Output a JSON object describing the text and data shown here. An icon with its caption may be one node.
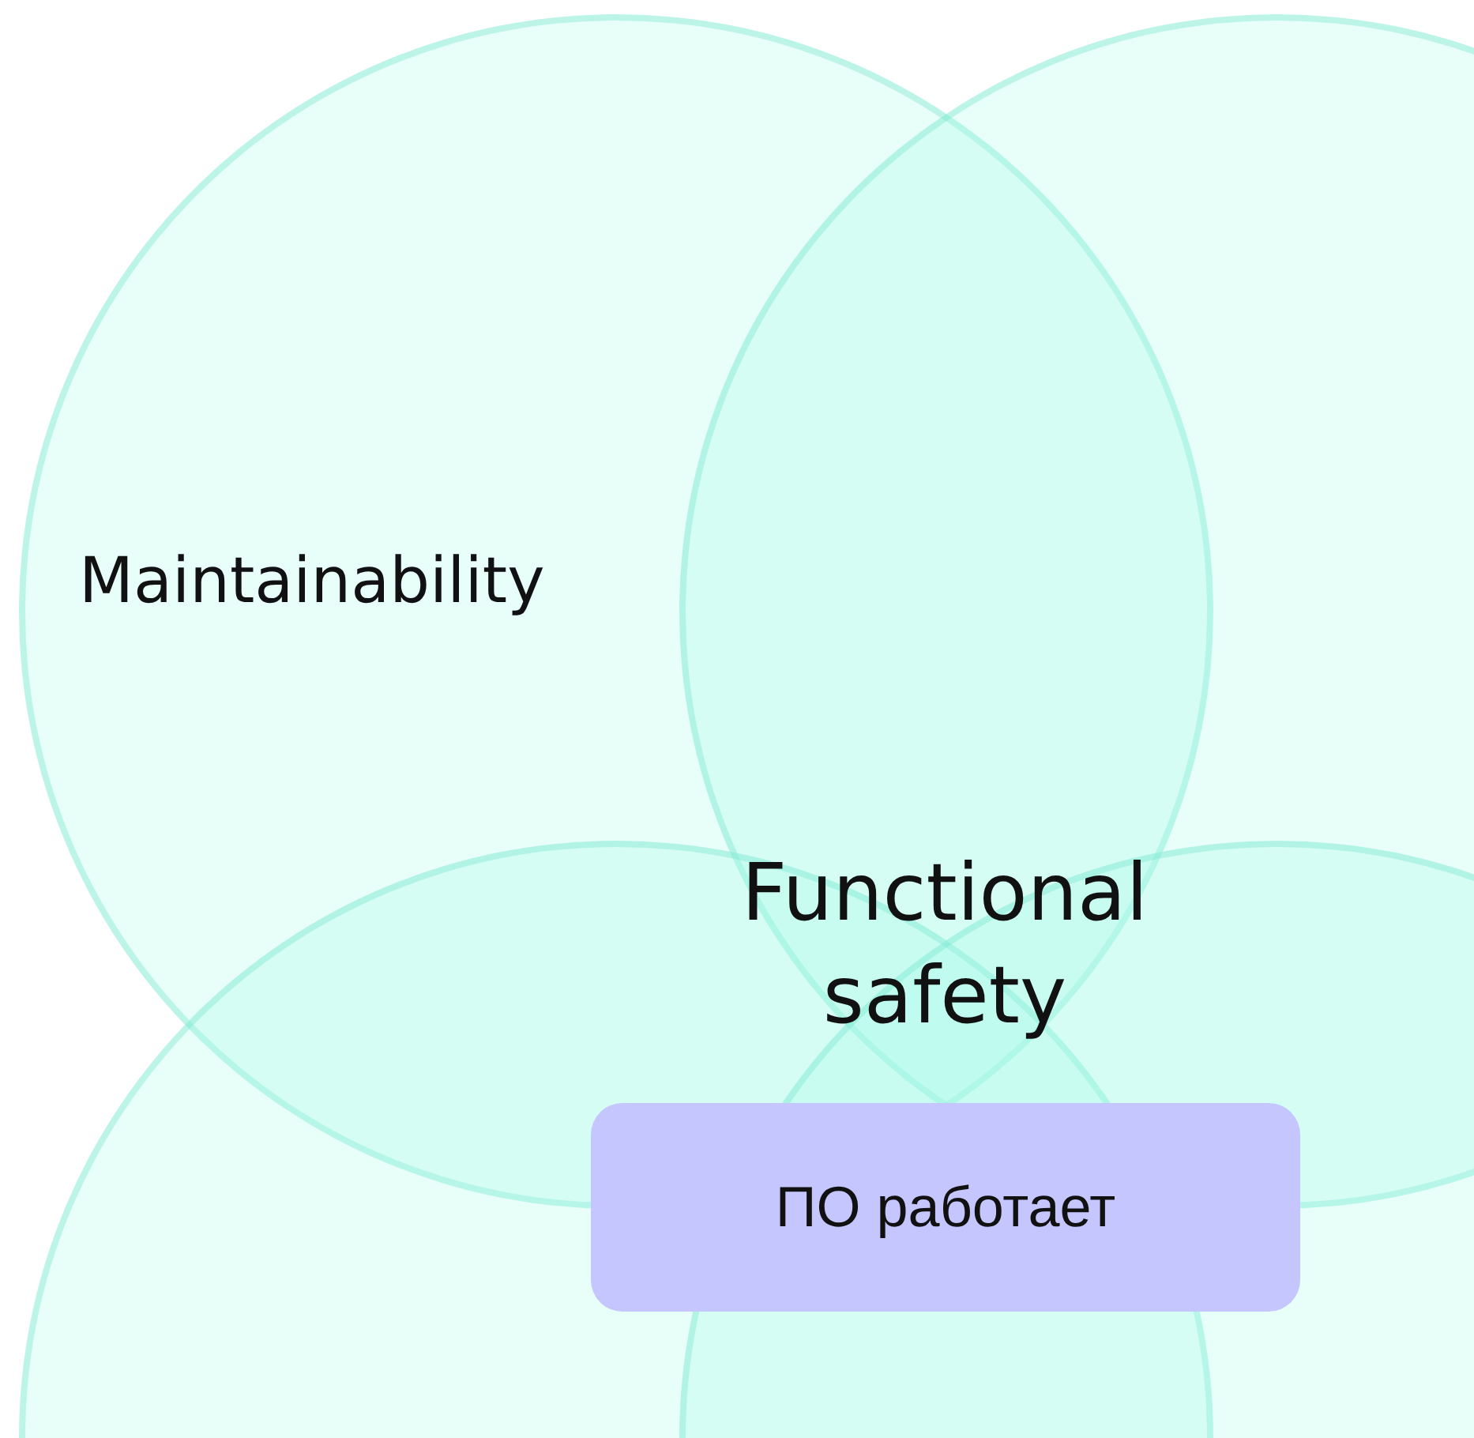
{
  "diagram": {
    "nodes": [
      {
        "text": [
          "Maintainability"
        ]
      },
      {
        "text": [],
        "shape": "circle"
      },
      {
        "text": [],
        "shape": "circle"
      },
      {
        "text": [],
        "shape": "circle"
      },
      {
        "text": [
          "ПО работает"
        ]
      }
    ],
    "edges": [],
    "labels": [
      "Functional safety"
    ]
  }
}
